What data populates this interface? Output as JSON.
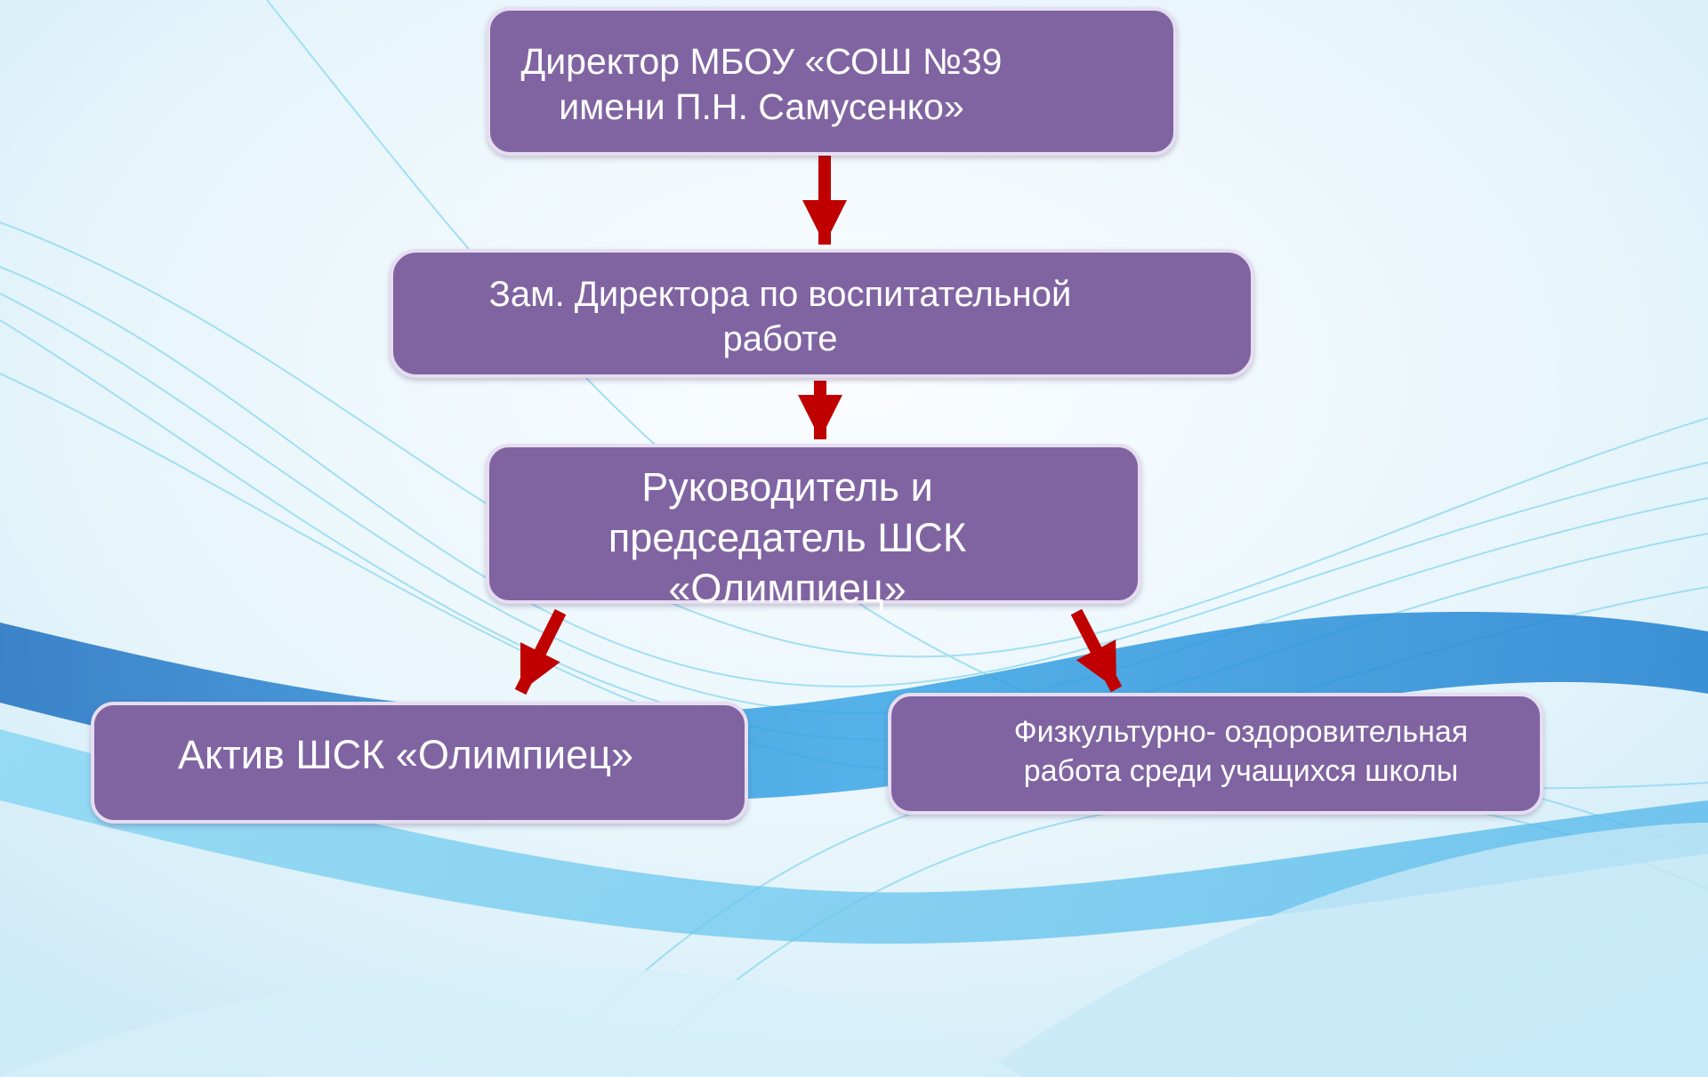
{
  "diagram": {
    "nodes": [
      {
        "id": "director",
        "text": "Директор МБОУ «СОШ №39\nимени П.Н. Самусенко»"
      },
      {
        "id": "deputy",
        "text": "Зам. Директора по воспитательной работе"
      },
      {
        "id": "head",
        "text": "Руководитель и\nпредседатель ШСК\n«Олимпиец»"
      },
      {
        "id": "activ",
        "text": "Актив ШСК «Олимпиец»"
      },
      {
        "id": "fitness",
        "text": "Физкультурно- оздоровительная\nработа среди учащихся школы"
      }
    ],
    "edges": [
      {
        "from": "director",
        "to": "deputy"
      },
      {
        "from": "deputy",
        "to": "head"
      },
      {
        "from": "head",
        "to": "activ"
      },
      {
        "from": "head",
        "to": "fitness"
      }
    ]
  },
  "colors": {
    "node_fill": "#8064a2",
    "node_border": "#e6ddf0",
    "node_text": "#ffffff",
    "arrow": "#c00000",
    "background": "#e3f3fb",
    "wave_dark": "#1f7fcf",
    "wave_light": "#5ec4ec"
  }
}
